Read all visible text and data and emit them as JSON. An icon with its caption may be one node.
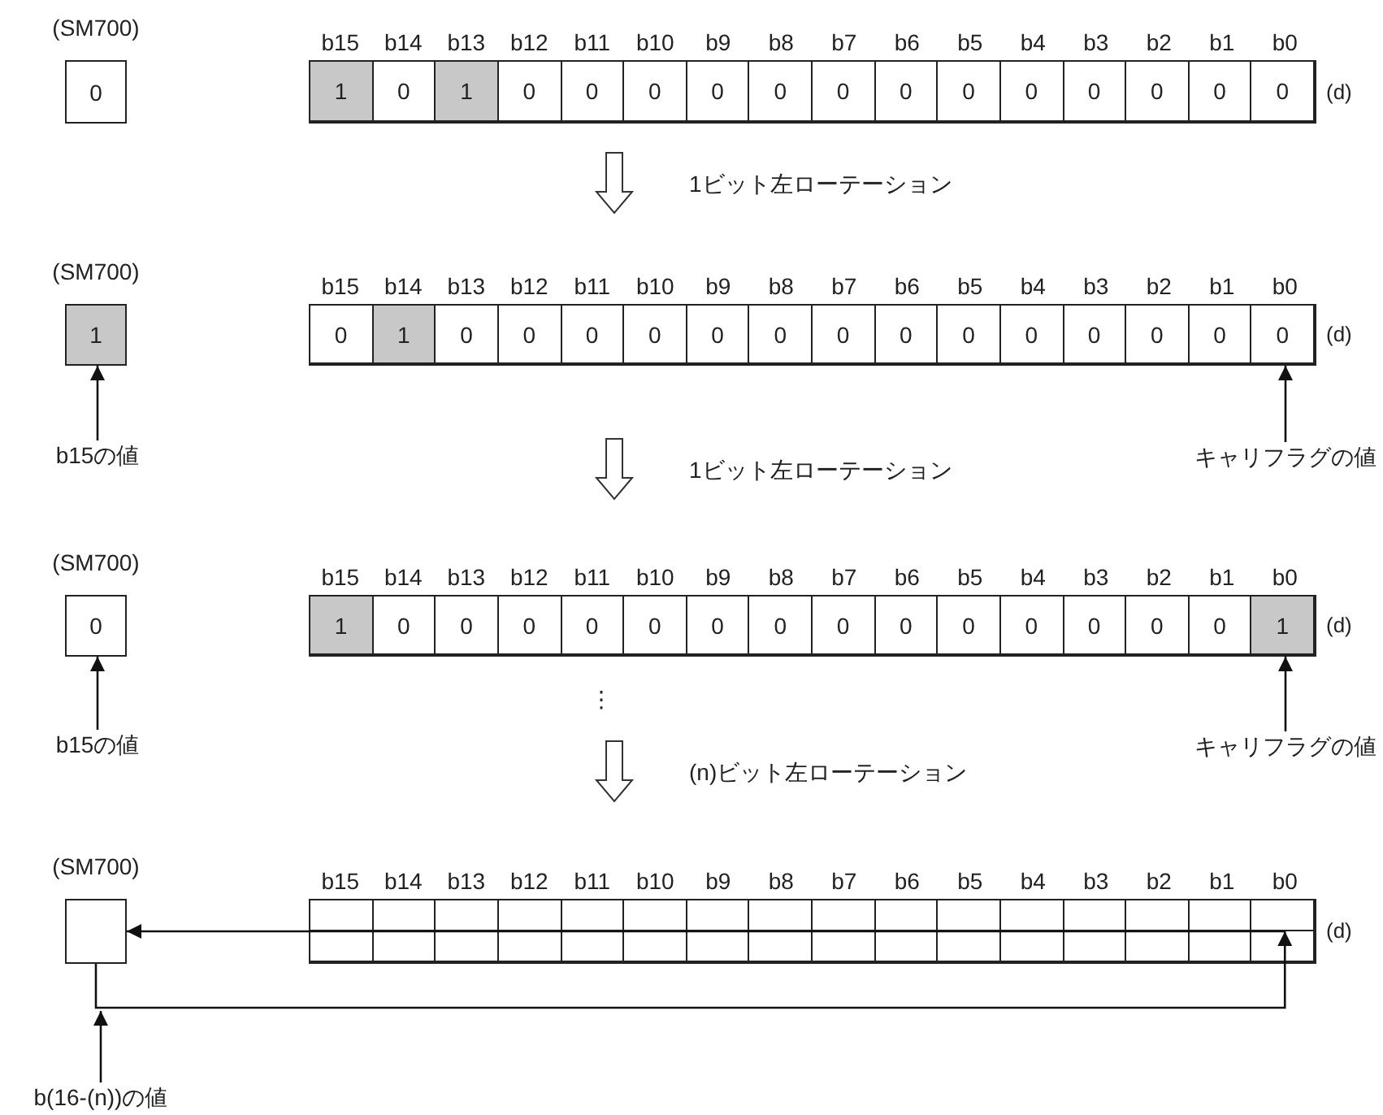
{
  "diagram": {
    "nodes": [
      {
        "text": [
          "0"
        ],
        "beside": [
          "(SM700)"
        ]
      },
      {
        "text": [],
        "shape": "box",
        "beside": [
          "(d)"
        ]
      },
      {
        "text": [
          "1"
        ],
        "in": 1
      },
      {
        "text": [
          "0"
        ],
        "in": 1
      },
      {
        "text": [
          "1"
        ],
        "in": 1
      },
      {
        "text": [
          "0"
        ],
        "in": 1
      },
      {
        "text": [
          "0"
        ],
        "in": 1
      },
      {
        "text": [
          "0"
        ],
        "in": 1
      },
      {
        "text": [
          "0"
        ],
        "in": 1
      },
      {
        "text": [
          "0"
        ],
        "in": 1
      },
      {
        "text": [
          "0"
        ],
        "in": 1
      },
      {
        "text": [
          "0"
        ],
        "in": 1
      },
      {
        "text": [
          "0"
        ],
        "in": 1
      },
      {
        "text": [
          "0"
        ],
        "in": 1
      },
      {
        "text": [
          "0"
        ],
        "in": 1
      },
      {
        "text": [
          "0"
        ],
        "in": 1
      },
      {
        "text": [
          "0"
        ],
        "in": 1
      },
      {
        "text": [
          "0"
        ],
        "in": 1
      },
      {
        "text": [
          "1"
        ],
        "beside": [
          "(SM700)"
        ]
      },
      {
        "text": [],
        "shape": "box",
        "beside": [
          "(d)"
        ]
      },
      {
        "text": [
          "0"
        ],
        "in": 19
      },
      {
        "text": [
          "1"
        ],
        "in": 19
      },
      {
        "text": [
          "0"
        ],
        "in": 19
      },
      {
        "text": [
          "0"
        ],
        "in": 19
      },
      {
        "text": [
          "0"
        ],
        "in": 19
      },
      {
        "text": [
          "0"
        ],
        "in": 19
      },
      {
        "text": [
          "0"
        ],
        "in": 19
      },
      {
        "text": [
          "0"
        ],
        "in": 19
      },
      {
        "text": [
          "0"
        ],
        "in": 19
      },
      {
        "text": [
          "0"
        ],
        "in": 19
      },
      {
        "text": [
          "0"
        ],
        "in": 19
      },
      {
        "text": [
          "0"
        ],
        "in": 19
      },
      {
        "text": [
          "0"
        ],
        "in": 19
      },
      {
        "text": [
          "0"
        ],
        "in": 19
      },
      {
        "text": [
          "0"
        ],
        "in": 19
      },
      {
        "text": [
          "0"
        ],
        "in": 19
      },
      {
        "text": [
          "b15の値"
        ]
      },
      {
        "text": [
          "キャリフラグの値"
        ]
      },
      {
        "text": [
          "0"
        ],
        "beside": [
          "(SM700)"
        ]
      },
      {
        "text": [],
        "shape": "box",
        "beside": [
          "(d)"
        ]
      },
      {
        "text": [
          "1"
        ],
        "in": 39
      },
      {
        "text": [
          "0"
        ],
        "in": 39
      },
      {
        "text": [
          "0"
        ],
        "in": 39
      },
      {
        "text": [
          "0"
        ],
        "in": 39
      },
      {
        "text": [
          "0"
        ],
        "in": 39
      },
      {
        "text": [
          "0"
        ],
        "in": 39
      },
      {
        "text": [
          "0"
        ],
        "in": 39
      },
      {
        "text": [
          "0"
        ],
        "in": 39
      },
      {
        "text": [
          "0"
        ],
        "in": 39
      },
      {
        "text": [
          "0"
        ],
        "in": 39
      },
      {
        "text": [
          "0"
        ],
        "in": 39
      },
      {
        "text": [
          "0"
        ],
        "in": 39
      },
      {
        "text": [
          "0"
        ],
        "in": 39
      },
      {
        "text": [
          "0"
        ],
        "in": 39
      },
      {
        "text": [
          "0"
        ],
        "in": 39
      },
      {
        "text": [
          "1"
        ],
        "in": 39
      },
      {
        "text": [
          "b15の値"
        ]
      },
      {
        "text": [
          "キャリフラグの値"
        ]
      },
      {
        "text": [],
        "shape": "box",
        "beside": [
          "(SM700)"
        ]
      },
      {
        "text": [],
        "shape": "box",
        "beside": [
          "(d)"
        ]
      },
      {
        "text": [],
        "shape": "box",
        "in": 59
      },
      {
        "text": [],
        "shape": "box",
        "in": 59
      },
      {
        "text": [],
        "shape": "box",
        "in": 59
      },
      {
        "text": [],
        "shape": "box",
        "in": 59
      },
      {
        "text": [],
        "shape": "box",
        "in": 59
      },
      {
        "text": [],
        "shape": "box",
        "in": 59
      },
      {
        "text": [],
        "shape": "box",
        "in": 59
      },
      {
        "text": [],
        "shape": "box",
        "in": 59
      },
      {
        "text": [],
        "shape": "box",
        "in": 59
      },
      {
        "text": [],
        "shape": "box",
        "in": 59
      },
      {
        "text": [],
        "shape": "box",
        "in": 59
      },
      {
        "text": [],
        "shape": "box",
        "in": 59
      },
      {
        "text": [],
        "shape": "box",
        "in": 59
      },
      {
        "text": [],
        "shape": "box",
        "in": 59
      },
      {
        "text": [],
        "shape": "box",
        "in": 59
      },
      {
        "text": [],
        "shape": "box",
        "in": 59
      },
      {
        "text": [],
        "shape": "box",
        "in": 59
      },
      {
        "text": [],
        "shape": "box",
        "in": 59
      },
      {
        "text": [],
        "shape": "box",
        "in": 59
      },
      {
        "text": [],
        "shape": "box",
        "in": 59
      },
      {
        "text": [],
        "shape": "box",
        "in": 59
      },
      {
        "text": [],
        "shape": "box",
        "in": 59
      },
      {
        "text": [],
        "shape": "box",
        "in": 59
      },
      {
        "text": [],
        "shape": "box",
        "in": 59
      },
      {
        "text": [],
        "shape": "box",
        "in": 59
      },
      {
        "text": [],
        "shape": "box",
        "in": 59
      },
      {
        "text": [],
        "shape": "box",
        "in": 59
      },
      {
        "text": [],
        "shape": "box",
        "in": 59
      },
      {
        "text": [],
        "shape": "box",
        "in": 59
      },
      {
        "text": [],
        "shape": "box",
        "in": 59
      },
      {
        "text": [],
        "shape": "box",
        "in": 59
      },
      {
        "text": [],
        "shape": "box",
        "in": 59
      },
      {
        "text": [
          "b(16-(n))の値"
        ]
      }
    ],
    "edges": [
      {
        "from": 36,
        "to": 18,
        "arrow": "to"
      },
      {
        "from": 37,
        "to": 35,
        "arrow": "to"
      },
      {
        "from": 56,
        "to": 38,
        "arrow": "to"
      },
      {
        "from": 57,
        "to": 55,
        "arrow": "to"
      },
      {
        "from": 58,
        "to": 91,
        "arrow": "to"
      },
      {
        "from": 75,
        "to": 58,
        "arrow": "to"
      },
      {
        "from": 92,
        "to": null,
        "arrow": "to"
      }
    ],
    "labels": [
      "b15",
      "b14",
      "b13",
      "b12",
      "b11",
      "b10",
      "b9",
      "b8",
      "b7",
      "b6",
      "b5",
      "b4",
      "b3",
      "b2",
      "b1",
      "b0",
      "1ビット左ローテーション",
      "b15",
      "b14",
      "b13",
      "b12",
      "b11",
      "b10",
      "b9",
      "b8",
      "b7",
      "b6",
      "b5",
      "b4",
      "b3",
      "b2",
      "b1",
      "b0",
      "1ビット左ローテーション",
      "b15",
      "b14",
      "b13",
      "b12",
      "b11",
      "b10",
      "b9",
      "b8",
      "b7",
      "b6",
      "b5",
      "b4",
      "b3",
      "b2",
      "b1",
      "b0",
      "⋮",
      "(n)ビット左ローテーション",
      "b15",
      "b14",
      "b13",
      "b12",
      "b11",
      "b10",
      "b9",
      "b8",
      "b7",
      "b6",
      "b5",
      "b4",
      "b3",
      "b2",
      "b1",
      "b0"
    ]
  }
}
